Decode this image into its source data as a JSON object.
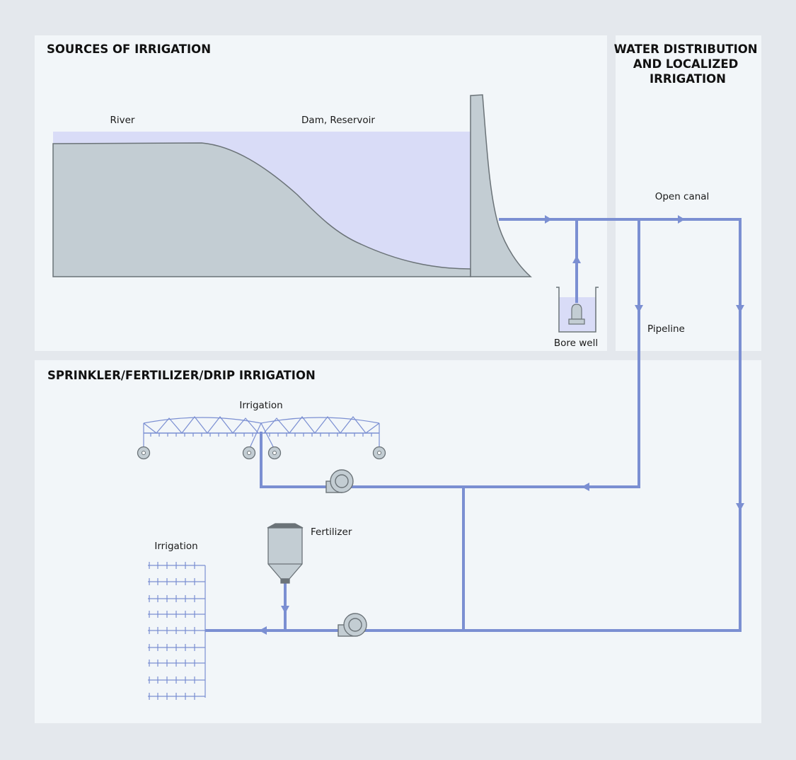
{
  "panels": {
    "sources": {
      "title": "SOURCES OF IRRIGATION"
    },
    "distribution": {
      "title_lines": [
        "WATER DISTRIBUTION",
        "AND LOCALIZED",
        "IRRIGATION"
      ]
    },
    "sprinkler": {
      "title": "SPRINKLER/FERTILIZER/DRIP IRRIGATION"
    }
  },
  "labels": {
    "river": "River",
    "dam": "Dam, Reservoir",
    "bore_well": "Bore well",
    "open_canal": "Open canal",
    "pipeline": "Pipeline",
    "sprinkler_irrigation": "Irrigation",
    "fertilizer": "Fertilizer",
    "drip_irrigation": "Irrigation"
  },
  "colors": {
    "background": "#e4e8ed",
    "panel": "#f2f6f9",
    "pipe": "#7b8fd2",
    "water": "#d9dcf7",
    "terrain": "#c3cdd3",
    "outline": "#6b7378",
    "equipment": "#c3cdd3"
  }
}
